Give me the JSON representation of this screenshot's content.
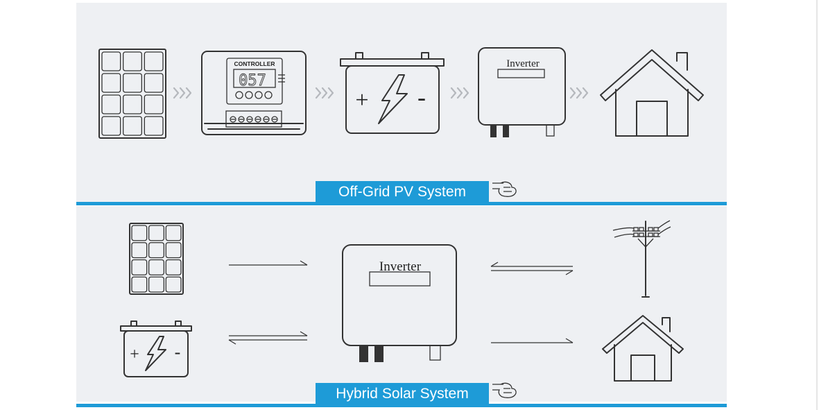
{
  "top_section": {
    "caption": "Off-Grid PV System",
    "controller_label": "CONTROLLER",
    "controller_display": "057",
    "battery_plus": "+",
    "battery_minus": "-",
    "inverter_label": "Inverter",
    "pointer_icon": "pointing-hand-icon"
  },
  "bottom_section": {
    "caption": "Hybrid Solar System",
    "battery_plus": "+",
    "battery_minus": "-",
    "inverter_label": "Inverter",
    "pointer_icon": "pointing-hand-icon"
  },
  "colors": {
    "panel_background": "#eef0f3",
    "accent_blue": "#1e9bd7",
    "line_art": "#333333",
    "chevrons": "#b5b8bd"
  }
}
